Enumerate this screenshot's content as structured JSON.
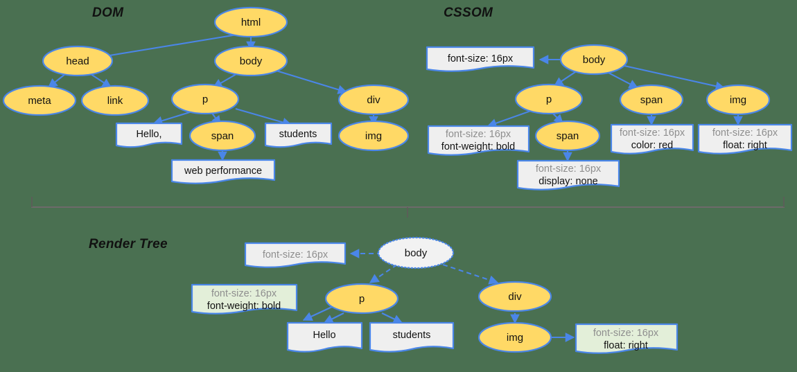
{
  "diagram": {
    "title_dom": "DOM",
    "title_cssom": "CSSOM",
    "title_render": "Render Tree",
    "colors": {
      "background": "#4a7051",
      "node_fill": "#ffd966",
      "node_stroke": "#4a86e8",
      "box_fill": "#efefef",
      "box_fill_green": "#e3efd9",
      "ghost_fill": "#f2f2f2",
      "text": "#111111",
      "text_muted": "#8e8e8e",
      "divider": "#6e6a6a"
    }
  },
  "dom": {
    "nodes": {
      "html": "html",
      "head": "head",
      "body": "body",
      "meta": "meta",
      "link": "link",
      "p": "p",
      "div": "div",
      "span": "span",
      "img": "img"
    },
    "text_boxes": {
      "hello": "Hello,",
      "students": "students",
      "web_performance": "web performance"
    }
  },
  "cssom": {
    "nodes": {
      "body": "body",
      "p": "p",
      "span_child": "span",
      "span": "span",
      "img": "img"
    },
    "rules": {
      "body": {
        "line1": "font-size: 16px",
        "line1_muted": false,
        "line2": "",
        "line2_muted": false
      },
      "p": {
        "line1": "font-size: 16px",
        "line1_muted": true,
        "line2": "font-weight: bold",
        "line2_muted": false
      },
      "span_child": {
        "line1": "font-size: 16px",
        "line1_muted": true,
        "line2": "display: none",
        "line2_muted": false
      },
      "span": {
        "line1": "font-size: 16px",
        "line1_muted": true,
        "line2": "color: red",
        "line2_muted": false
      },
      "img": {
        "line1": "font-size: 16px",
        "line1_muted": true,
        "line2": "float: right",
        "line2_muted": false
      }
    }
  },
  "render_tree": {
    "nodes": {
      "body": "body",
      "p": "p",
      "div": "div",
      "img": "img"
    },
    "text_boxes": {
      "hello": "Hello",
      "students": "students"
    },
    "rules": {
      "body": {
        "line1": "font-size: 16px",
        "line1_muted": true,
        "line2": "",
        "line2_muted": false
      },
      "p": {
        "line1": "font-size: 16px",
        "line1_muted": true,
        "line2": "font-weight: bold",
        "line2_muted": false
      },
      "img": {
        "line1": "font-size: 16px",
        "line1_muted": true,
        "line2": "float: right",
        "line2_muted": false
      }
    }
  }
}
